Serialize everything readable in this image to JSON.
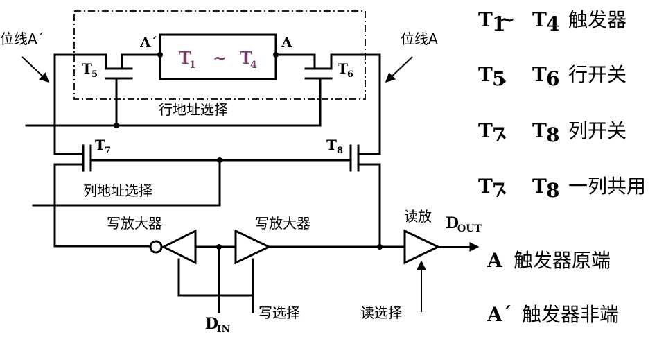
{
  "labels": {
    "bitline_left": "位线A´",
    "bitline_right": "位线A",
    "node_left": "A´",
    "node_right": "A",
    "flipflop_t": "T",
    "flipflop_sub1": "1",
    "flipflop_tilde": "~",
    "flipflop_sub4": "4",
    "t5_T": "T",
    "t5_sub": "5",
    "t6_T": "T",
    "t6_sub": "6",
    "t7_T": "T",
    "t7_sub": "7",
    "t8_T": "T",
    "t8_sub": "8",
    "row_select": "行地址选择",
    "col_select": "列地址选择",
    "write_amp_left": "写放大器",
    "write_amp_right": "写放大器",
    "read_amp": "读放",
    "dout_D": "D",
    "dout_sub": "OUT",
    "din_D": "D",
    "din_sub": "IN",
    "write_select": "写选择",
    "read_select": "读选择"
  },
  "legend": [
    {
      "a": "T",
      "a_sub": "1",
      "sep": " ~ ",
      "b": "T",
      "b_sub": "4",
      "desc": "触发器"
    },
    {
      "a": "T",
      "a_sub": "5",
      "sep": " 、",
      "b": "T",
      "b_sub": "6",
      "desc": "行开关"
    },
    {
      "a": "T",
      "a_sub": "7",
      "sep": " 、",
      "b": "T",
      "b_sub": "8",
      "desc": "列开关"
    },
    {
      "a": "T",
      "a_sub": "7",
      "sep": " 、",
      "b": "T",
      "b_sub": "8",
      "desc": "一列共用"
    }
  ],
  "legend2": [
    {
      "sym": "A",
      "desc": "触发器原端"
    },
    {
      "sym": "A´",
      "desc": "触发器非端"
    }
  ]
}
